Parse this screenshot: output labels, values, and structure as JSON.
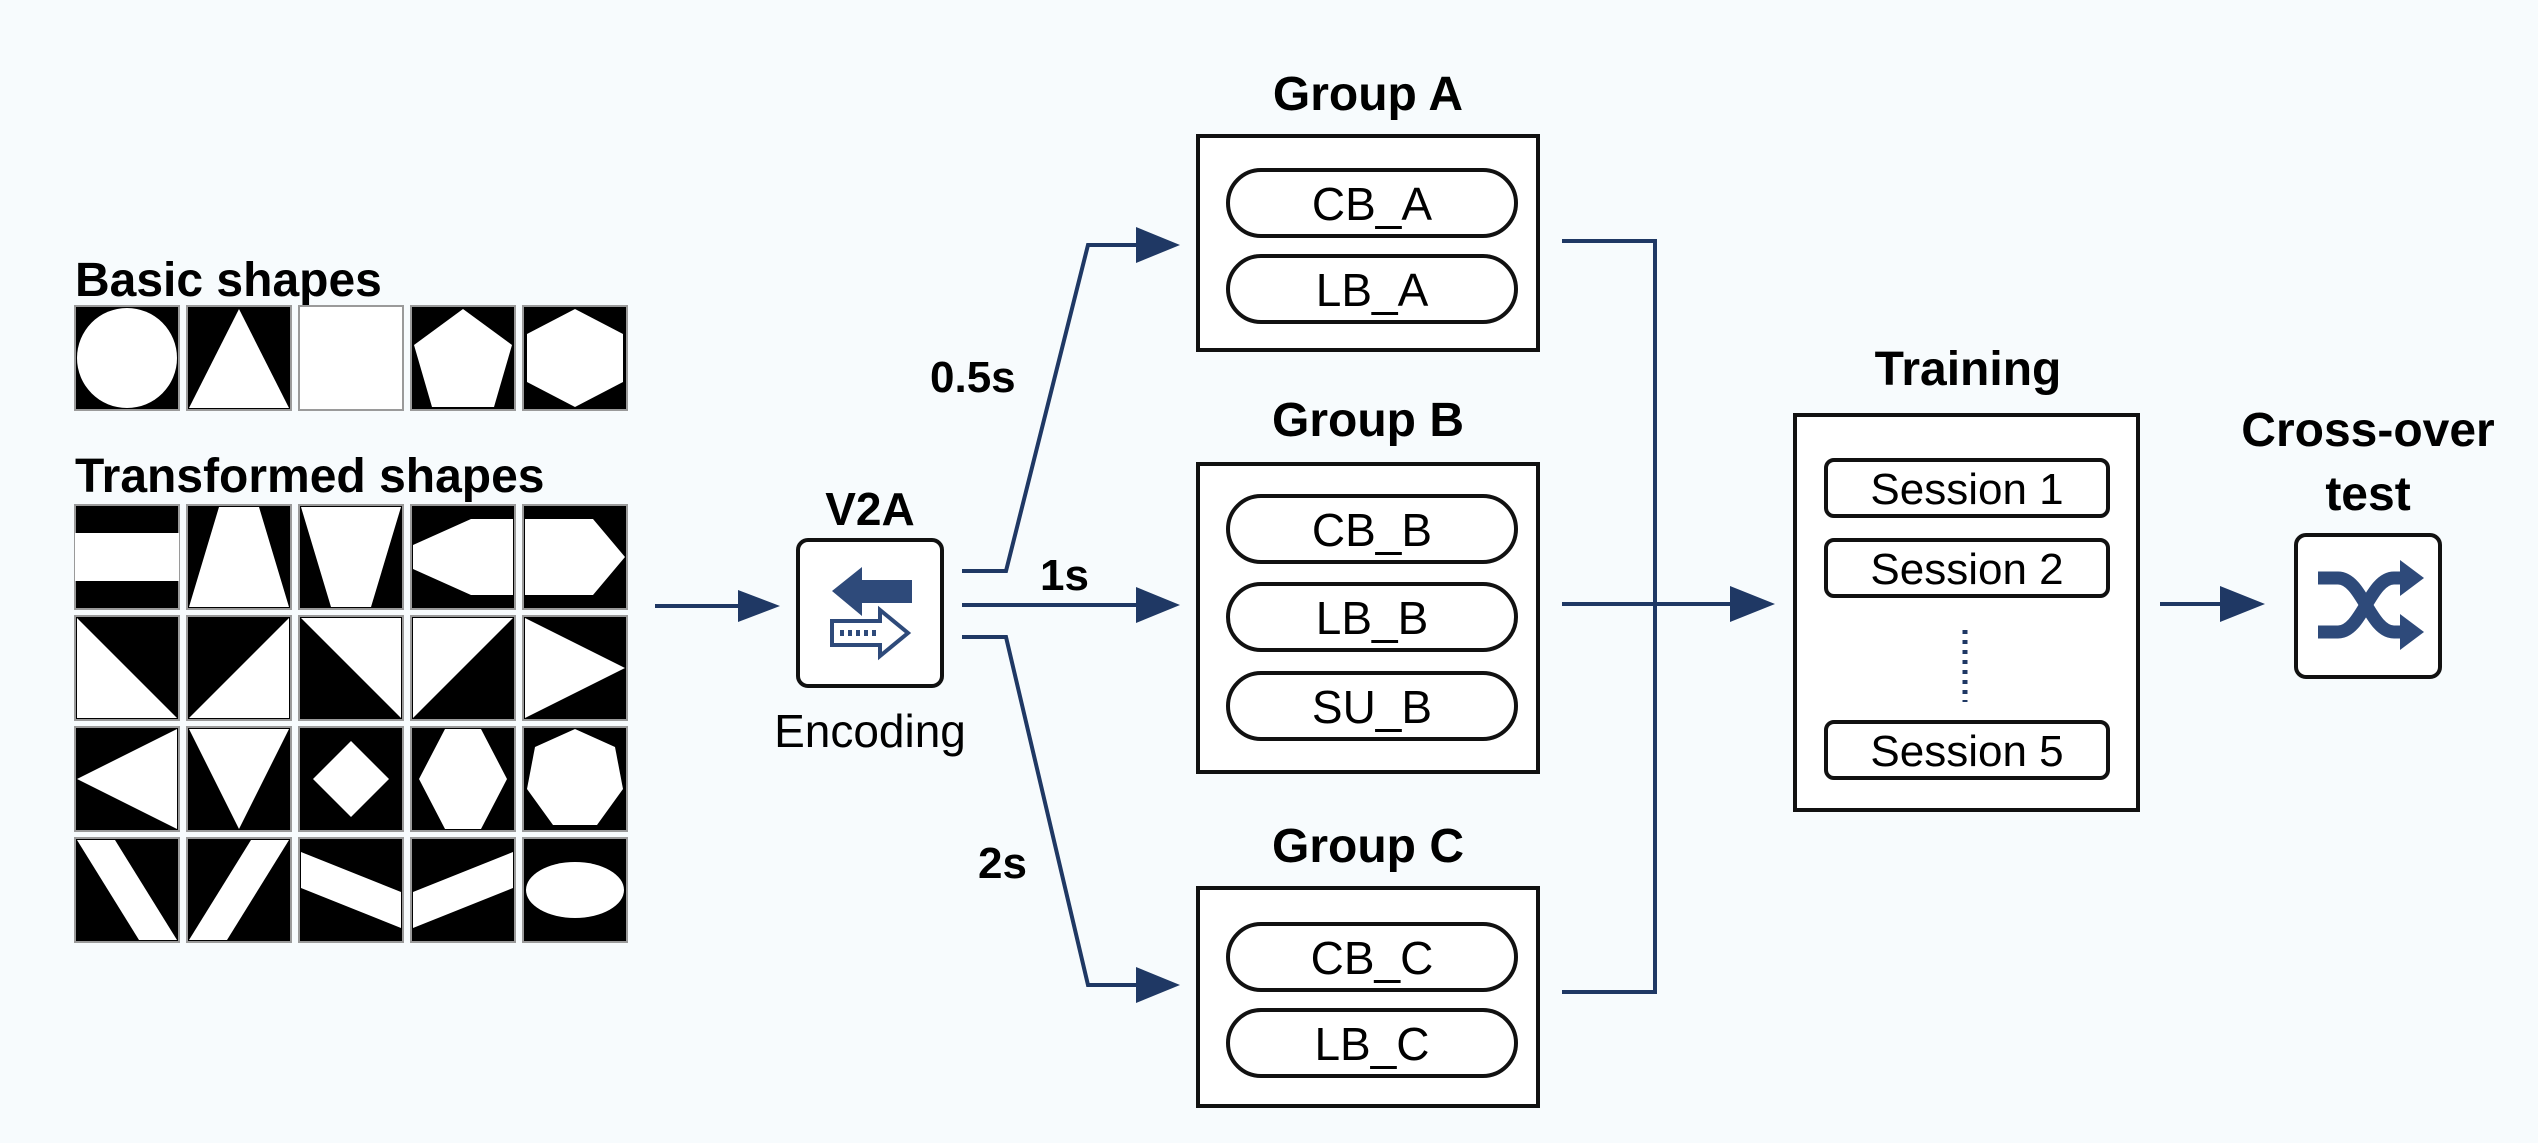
{
  "left_panel": {
    "basic_title": "Basic shapes",
    "transformed_title": "Transformed shapes"
  },
  "encoder": {
    "title": "V2A",
    "caption": "Encoding",
    "icon": "audio-conversion-icon"
  },
  "durations": {
    "a": "0.5s",
    "b": "1s",
    "c": "2s"
  },
  "groups": {
    "a": {
      "title": "Group A",
      "items": [
        "CB_A",
        "LB_A"
      ]
    },
    "b": {
      "title": "Group B",
      "items": [
        "CB_B",
        "LB_B",
        "SU_B"
      ]
    },
    "c": {
      "title": "Group C",
      "items": [
        "CB_C",
        "LB_C"
      ]
    }
  },
  "training": {
    "title": "Training",
    "sessions": [
      "Session 1",
      "Session 2",
      "Session 5"
    ]
  },
  "crossover": {
    "title_line1": "Cross-over",
    "title_line2": "test",
    "icon": "shuffle-icon"
  },
  "colors": {
    "accent": "#1f3864",
    "icon_blue": "#2e4a7a",
    "background": "#f7fbfd"
  }
}
